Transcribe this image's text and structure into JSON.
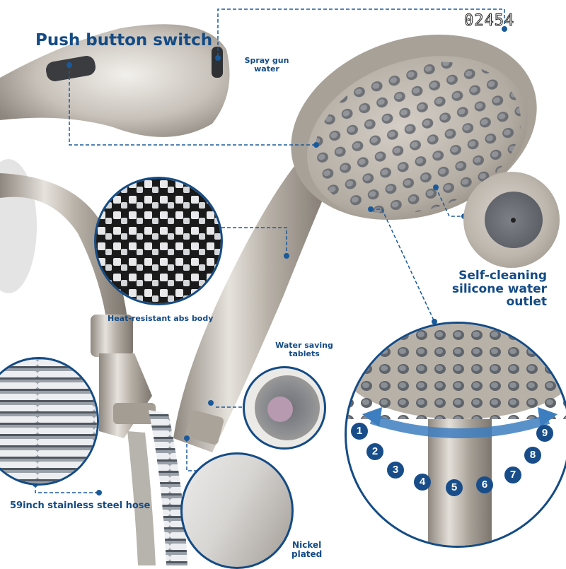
{
  "badge": {
    "code": "02454"
  },
  "callouts": {
    "push_button": "Push button switch",
    "spray_gun": "Spray gun\nwater",
    "self_cleaning": [
      "Self-cleaning",
      "silicone water",
      "outlet"
    ],
    "abs_body": "Heat-resistant abs body",
    "water_saving": [
      "Water saving",
      "tablets"
    ],
    "hose": "59inch stainless steel hose",
    "nickel": [
      "Nickel",
      "plated"
    ]
  },
  "spray_modes": {
    "numbers": [
      "1",
      "2",
      "3",
      "4",
      "5",
      "6",
      "7",
      "8",
      "9"
    ]
  },
  "colors": {
    "accent": "#144b85",
    "metal": "#b9b2aa",
    "nozzle": "#707378"
  }
}
